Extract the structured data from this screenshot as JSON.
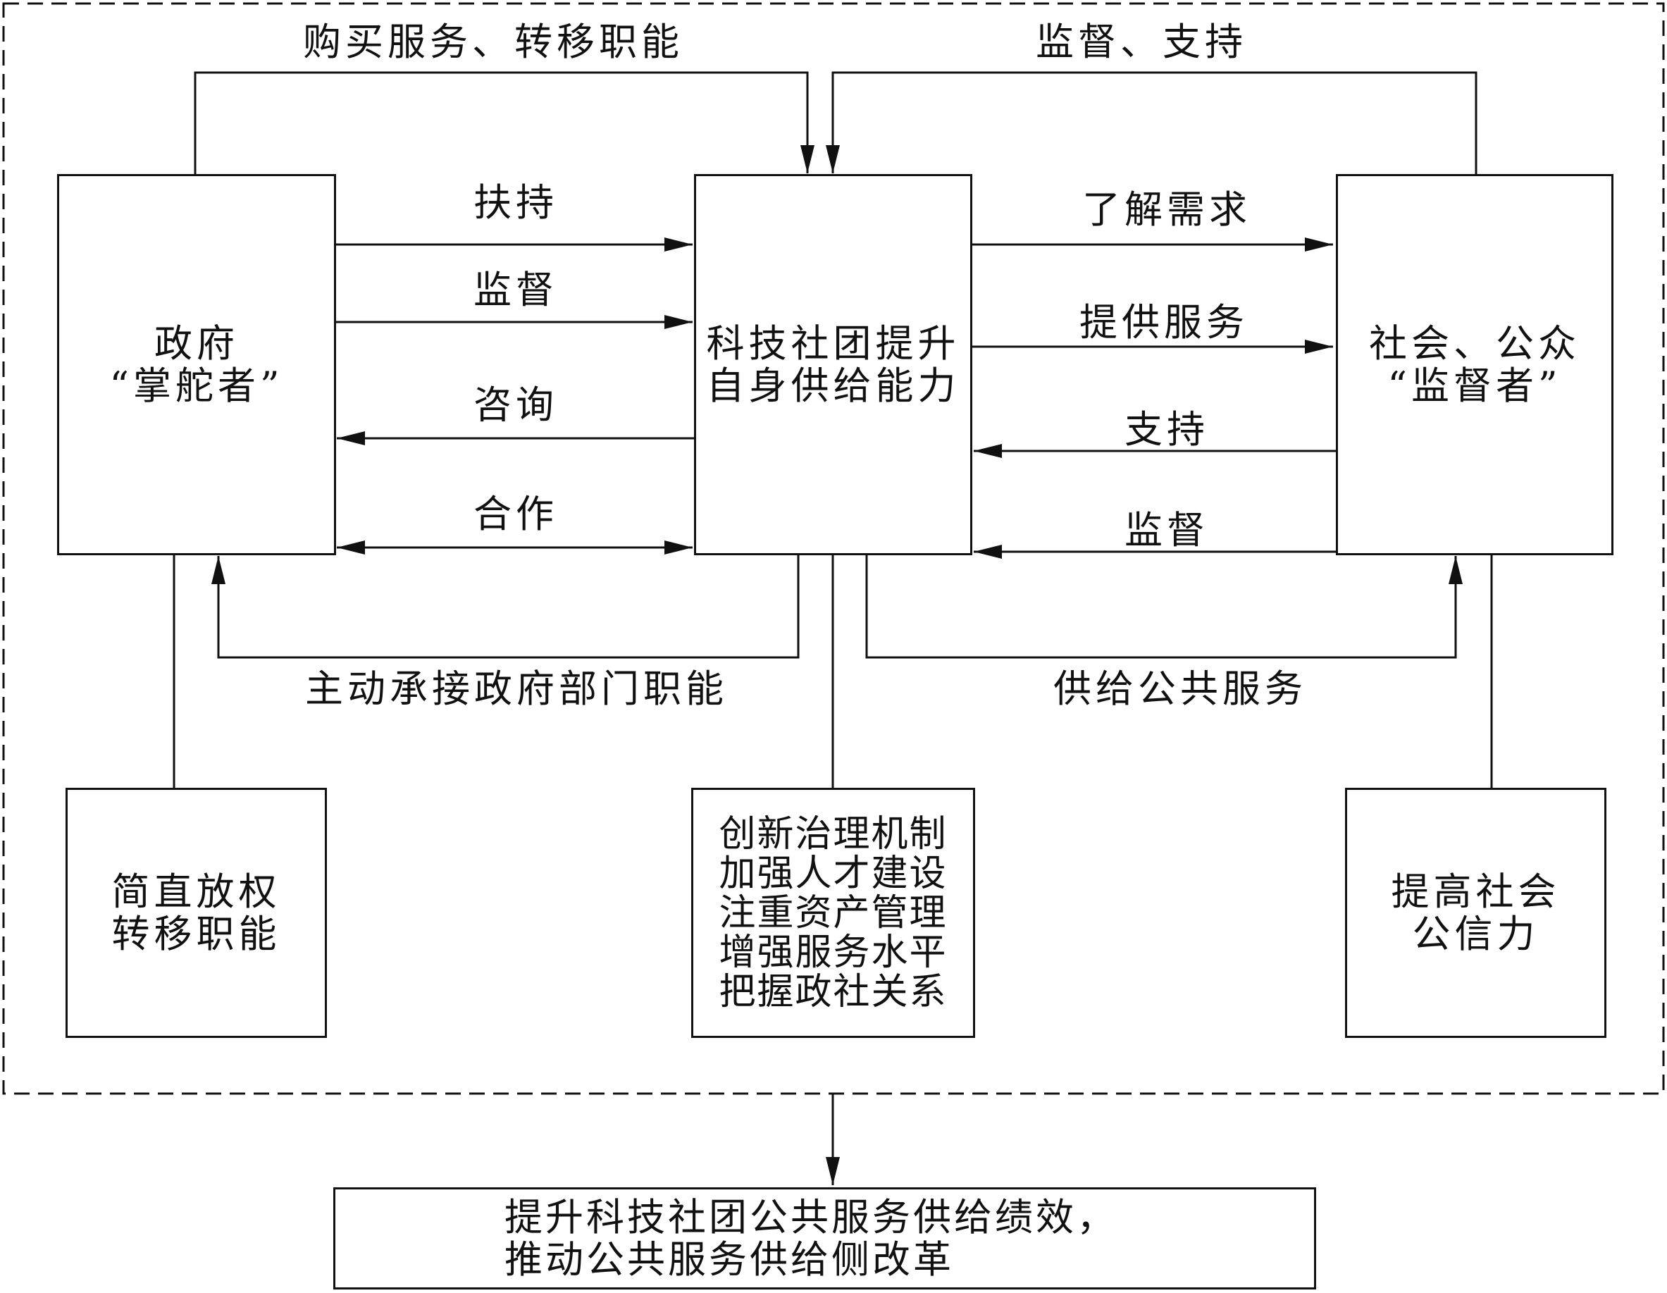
{
  "nodes": {
    "government": {
      "lines": [
        "政府",
        "“掌舵者”"
      ]
    },
    "association": {
      "lines": [
        "科技社团提升",
        "自身供给能力"
      ]
    },
    "society": {
      "lines": [
        "社会、公众",
        "“监督者”"
      ]
    },
    "gov_measure": {
      "lines": [
        "简直放权",
        "转移职能"
      ]
    },
    "assoc_measure": {
      "lines": [
        "创新治理机制",
        "加强人才建设",
        "注重资产管理",
        "增强服务水平",
        "把握政社关系"
      ]
    },
    "society_measure": {
      "lines": [
        "提高社会",
        "公信力"
      ]
    },
    "outcome": {
      "lines": [
        "提升科技社团公共服务供给绩效，",
        "推动公共服务供给侧改革"
      ]
    }
  },
  "edges": {
    "top_left": "购买服务、转移职能",
    "top_right": "监督、支持",
    "gov_to_assoc_1": "扶持",
    "gov_to_assoc_2": "监督",
    "assoc_to_gov": "咨询",
    "gov_assoc_both": "合作",
    "assoc_to_soc_1": "了解需求",
    "assoc_to_soc_2": "提供服务",
    "soc_to_assoc_1": "支持",
    "soc_to_assoc_2": "监督",
    "bottom_left": "主动承接政府部门职能",
    "bottom_right": "供给公共服务"
  },
  "colors": {
    "ink": "#111111",
    "background": "#ffffff"
  }
}
